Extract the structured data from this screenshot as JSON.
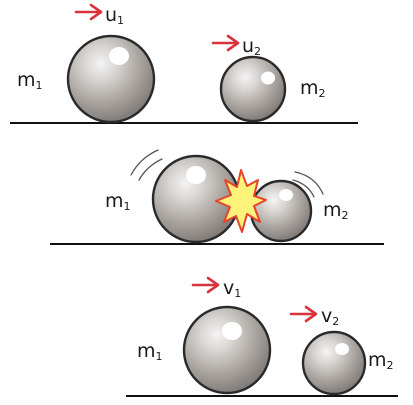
{
  "panels": [
    {
      "id": "before",
      "labels": {
        "mass1_main": "m",
        "mass1_sub": "1",
        "mass2_main": "m",
        "mass2_sub": "2",
        "vel1_main": "u",
        "vel1_sub": "1",
        "vel2_main": "u",
        "vel2_sub": "2"
      }
    },
    {
      "id": "collision",
      "labels": {
        "mass1_main": "m",
        "mass1_sub": "1",
        "mass2_main": "m",
        "mass2_sub": "2"
      }
    },
    {
      "id": "after",
      "labels": {
        "mass1_main": "m",
        "mass1_sub": "1",
        "mass2_main": "m",
        "mass2_sub": "2",
        "vel1_main": "v",
        "vel1_sub": "1",
        "vel2_main": "v",
        "vel2_sub": "2"
      }
    }
  ],
  "colors": {
    "arrow": "#d8343c",
    "ground": "#111111",
    "ball_light": "#f2f2f2",
    "ball_mid": "#a9a39e",
    "ball_dark": "#6e6a66",
    "impact_fill": "#fff27a",
    "impact_stroke": "#e5452c"
  }
}
